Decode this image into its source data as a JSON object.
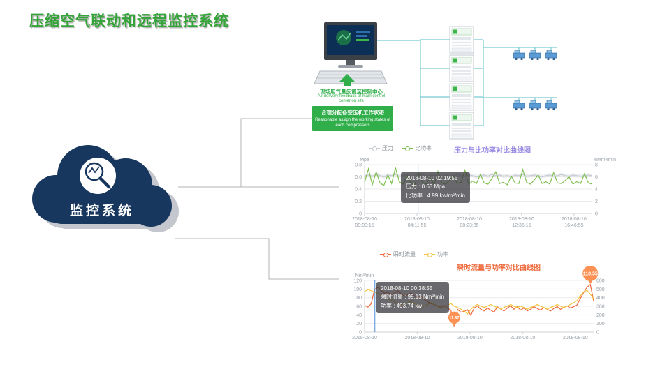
{
  "page": {
    "title": "压缩空气联动和远程监控系统"
  },
  "cloud": {
    "label": "监控系统"
  },
  "control_center": {
    "feedback_cn": "现场用气量反馈至控制中心",
    "feedback_en": "Air delivery feedback of main control center on site",
    "assign_cn": "合理分配各空压机工作状态",
    "assign_en": "Reasonable assign the working states of each compressors"
  },
  "colors": {
    "title_green": "#33a437",
    "cloud_navy": "#17375e",
    "pressure_gray": "#c6cad1",
    "spec_power_green": "#7fbf50",
    "flow_orange": "#ee6a3c",
    "power_yellow": "#f3c43b",
    "markpoint_orange": "#fd9053",
    "axis_pointer_blue": "#4f8ed8"
  },
  "chart_data": [
    {
      "type": "line",
      "title": "压力与比功率对比曲线图",
      "title_color": "#9688e2",
      "x_labels": [
        [
          "2018-08-10",
          "00:00:15"
        ],
        [
          "2018-08-10",
          "04:11:55"
        ],
        [
          "2018-08-10",
          "08:23:35"
        ],
        [
          "2018-08-10",
          "12:35:15"
        ],
        [
          "2018-08-10",
          "16:46:55"
        ]
      ],
      "y_left": {
        "label": "Mpa",
        "min": 0,
        "max": 0.8,
        "ticks": [
          0,
          0.2,
          0.4,
          0.6,
          0.8
        ]
      },
      "y_right": {
        "label": "kw/m³/min",
        "min": 0,
        "max": 8,
        "ticks": [
          0,
          2,
          4,
          6,
          8
        ]
      },
      "series": [
        {
          "name": "压力",
          "axis": "left",
          "color": "#c6cad1",
          "band": true,
          "values": [
            0.62,
            0.63,
            0.61,
            0.64,
            0.62,
            0.6,
            0.63,
            0.62,
            0.64,
            0.61,
            0.62,
            0.63,
            0.6,
            0.62,
            0.64,
            0.63,
            0.61,
            0.62,
            0.63,
            0.62,
            0.6,
            0.63,
            0.61,
            0.62,
            0.64,
            0.62,
            0.61,
            0.63,
            0.62,
            0.6,
            0.62,
            0.63,
            0.61,
            0.64,
            0.62,
            0.63,
            0.61,
            0.62,
            0.6,
            0.63,
            0.62,
            0.64,
            0.61,
            0.62,
            0.63,
            0.62,
            0.6,
            0.62,
            0.63,
            0.61,
            0.62,
            0.64,
            0.62,
            0.61,
            0.63,
            0.62,
            0.61,
            0.62,
            0.63,
            0.62
          ]
        },
        {
          "name": "比功率",
          "axis": "right",
          "color": "#7fbf50",
          "values": [
            5.1,
            7.3,
            4.7,
            6.8,
            5.0,
            4.6,
            6.3,
            4.9,
            7.5,
            5.2,
            4.8,
            6.1,
            5.0,
            4.7,
            6.6,
            5.1,
            4.8,
            5.9,
            4.7,
            6.9,
            5.0,
            4.8,
            5.4,
            6.2,
            4.9,
            5.1,
            7.1,
            4.8,
            5.3,
            4.9,
            6.4,
            5.0,
            4.8,
            5.7,
            6.8,
            4.9,
            5.1,
            4.7,
            6.1,
            5.0,
            4.9,
            7.2,
            5.1,
            4.8,
            5.5,
            6.3,
            4.9,
            5.2,
            4.8,
            6.7,
            5.0,
            4.9,
            5.4,
            6.0,
            4.8,
            5.2,
            4.9,
            6.5,
            5.0,
            4.8
          ]
        }
      ],
      "tooltip": {
        "time": "2018-08-10 02:19:55",
        "rows": [
          "压力 : 0.63 Mpa",
          "比功率 : 4.99 kw/m³/min"
        ],
        "x_frac": 0.235
      }
    },
    {
      "type": "line",
      "title": "瞬时流量与功率对比曲线图",
      "title_color": "#ee6a3c",
      "x_labels": [
        "2018-08-10",
        "2018-08-10",
        "2018-08-10",
        "2018-08-10",
        "2018-08-10"
      ],
      "y_left": {
        "label": "Nm³/min",
        "min": 0,
        "max": 120,
        "ticks": [
          0,
          20,
          40,
          60,
          80,
          100,
          120
        ]
      },
      "y_right": {
        "label": "",
        "min": 0,
        "max": 600,
        "ticks": [
          0,
          100,
          200,
          300,
          400,
          500,
          600
        ]
      },
      "series": [
        {
          "name": "瞬时流量",
          "axis": "left",
          "color": "#ee6a3c",
          "values": [
            62,
            58,
            66,
            99.13,
            104,
            97,
            90,
            93,
            86,
            91,
            96,
            89,
            83,
            87,
            91,
            84,
            79,
            83,
            76,
            71,
            66,
            64,
            60,
            58,
            62,
            56,
            51,
            11.87,
            53,
            46,
            48,
            52,
            39,
            56,
            61,
            53,
            49,
            56,
            51,
            46,
            59,
            53,
            49,
            56,
            61,
            53,
            59,
            51,
            56,
            49,
            53,
            59,
            55,
            51,
            57,
            53,
            49,
            55,
            59,
            53,
            57,
            61,
            56,
            59,
            63,
            78,
            92,
            104,
            110.55,
            72
          ]
        },
        {
          "name": "功率",
          "axis": "right",
          "color": "#f3c43b",
          "values": [
            470,
            493.74,
            480,
            462,
            447,
            430,
            412,
            392,
            372,
            352,
            332,
            316,
            326,
            341,
            356,
            331,
            311,
            291,
            306,
            321,
            341,
            316,
            296,
            276,
            291,
            311,
            331,
            301,
            286,
            266,
            246,
            212,
            262,
            301,
            321,
            301,
            286,
            301,
            321,
            301,
            286,
            266,
            286,
            301,
            321,
            301,
            286,
            301,
            286,
            266,
            286,
            301,
            321,
            301,
            286,
            266,
            286,
            301,
            321,
            301,
            286,
            301,
            321,
            341,
            366,
            421,
            466,
            486,
            441,
            386
          ]
        }
      ],
      "markpoints": [
        {
          "type": "max",
          "series": "瞬时流量",
          "label": "110.55",
          "color": "#fd9053"
        },
        {
          "type": "min",
          "series": "瞬时流量",
          "label": "11.87",
          "color": "#fd9053"
        }
      ],
      "tooltip": {
        "time": "2018-08-10 00:38:55",
        "rows": [
          "瞬时流量 : 99.13 Nm³/min",
          "功率 : 493.74 kw"
        ],
        "x_frac": 0.045
      }
    }
  ]
}
